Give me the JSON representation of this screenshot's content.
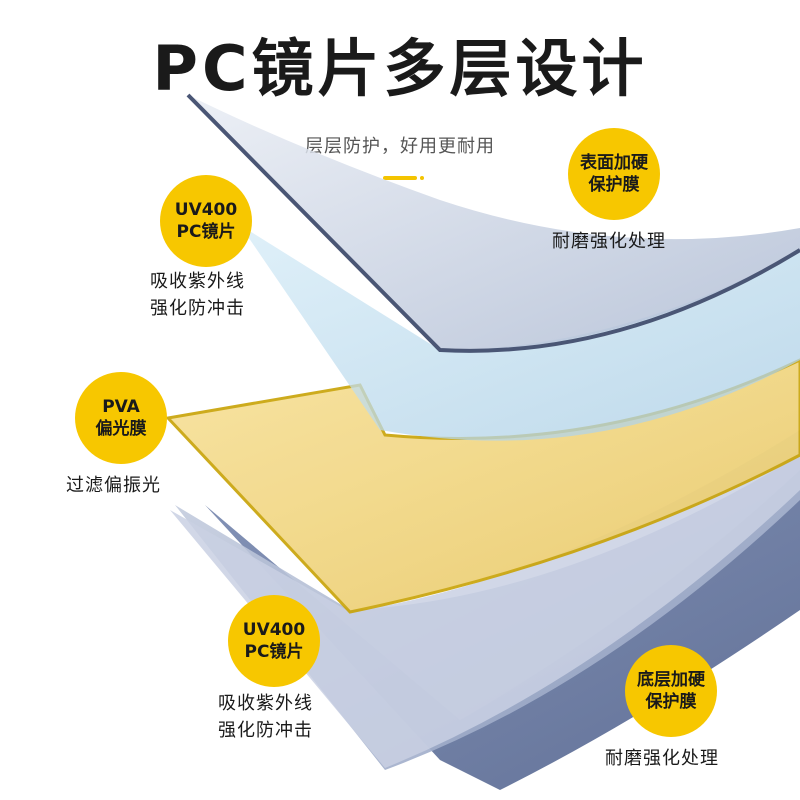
{
  "title": "PC镜片多层设计",
  "subtitle": "层层防护，好用更耐用",
  "colors": {
    "badge": "#f7c700",
    "accent": "#f4c400",
    "hard_coat": "#b9c3d6",
    "uv_pc": "#bfe0f2",
    "pva": "#f2d57e",
    "edge_dark": "#5f6f96"
  },
  "labels": {
    "top_coat": {
      "line1": "表面加硬",
      "line2": "保护膜",
      "desc1": "耐磨强化处理"
    },
    "uv_top": {
      "line1": "UV400",
      "line2": "PC镜片",
      "desc1": "吸收紫外线",
      "desc2": "强化防冲击"
    },
    "pva": {
      "line1": "PVA",
      "line2": "偏光膜",
      "desc1": "过滤偏振光"
    },
    "uv_bottom": {
      "line1": "UV400",
      "line2": "PC镜片",
      "desc1": "吸收紫外线",
      "desc2": "强化防冲击"
    },
    "bottom_coat": {
      "line1": "底层加硬",
      "line2": "保护膜",
      "desc1": "耐磨强化处理"
    }
  }
}
